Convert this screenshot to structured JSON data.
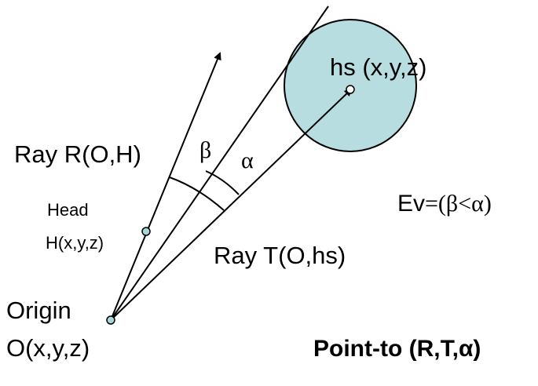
{
  "labels": {
    "ray_r": "Ray R(O,H)",
    "ray_t": "Ray T(O,hs)",
    "beta": "β",
    "alpha": "α",
    "head_line1": "Head",
    "head_line2": "H(x,y,z)",
    "origin_line1": "Origin",
    "origin_line2": "O(x,y,z)",
    "hotspot": "hs (x,y,z)",
    "ev_prefix": "Ev",
    "ev_expr": "=(β<α)",
    "point_to": "Point-to (R,T,α)"
  },
  "colors": {
    "hotspot_fill": "#b7dde1",
    "line": "#000000",
    "point_fill": "#a9d6d8"
  }
}
